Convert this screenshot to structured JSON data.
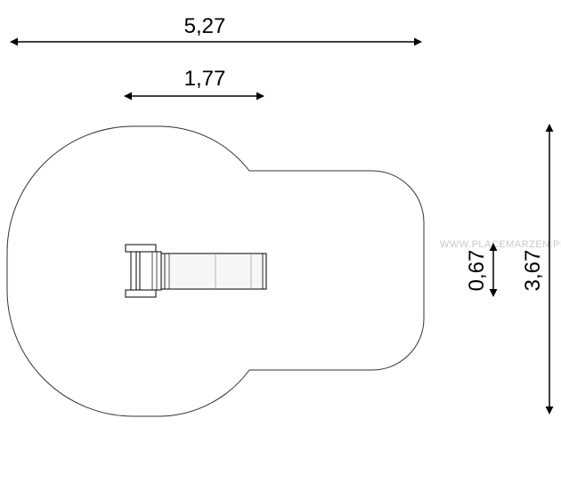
{
  "dimensions": {
    "total_width": "5,27",
    "slide_width": "1,77",
    "total_depth": "3,67",
    "slide_depth": "0,67"
  },
  "watermark": "WWW.PLACEMARZEN.PL",
  "colors": {
    "line": "#000000",
    "outline": "#333333",
    "watermark": "#c8c8c8",
    "slide_fill": "#f2f2f2"
  }
}
